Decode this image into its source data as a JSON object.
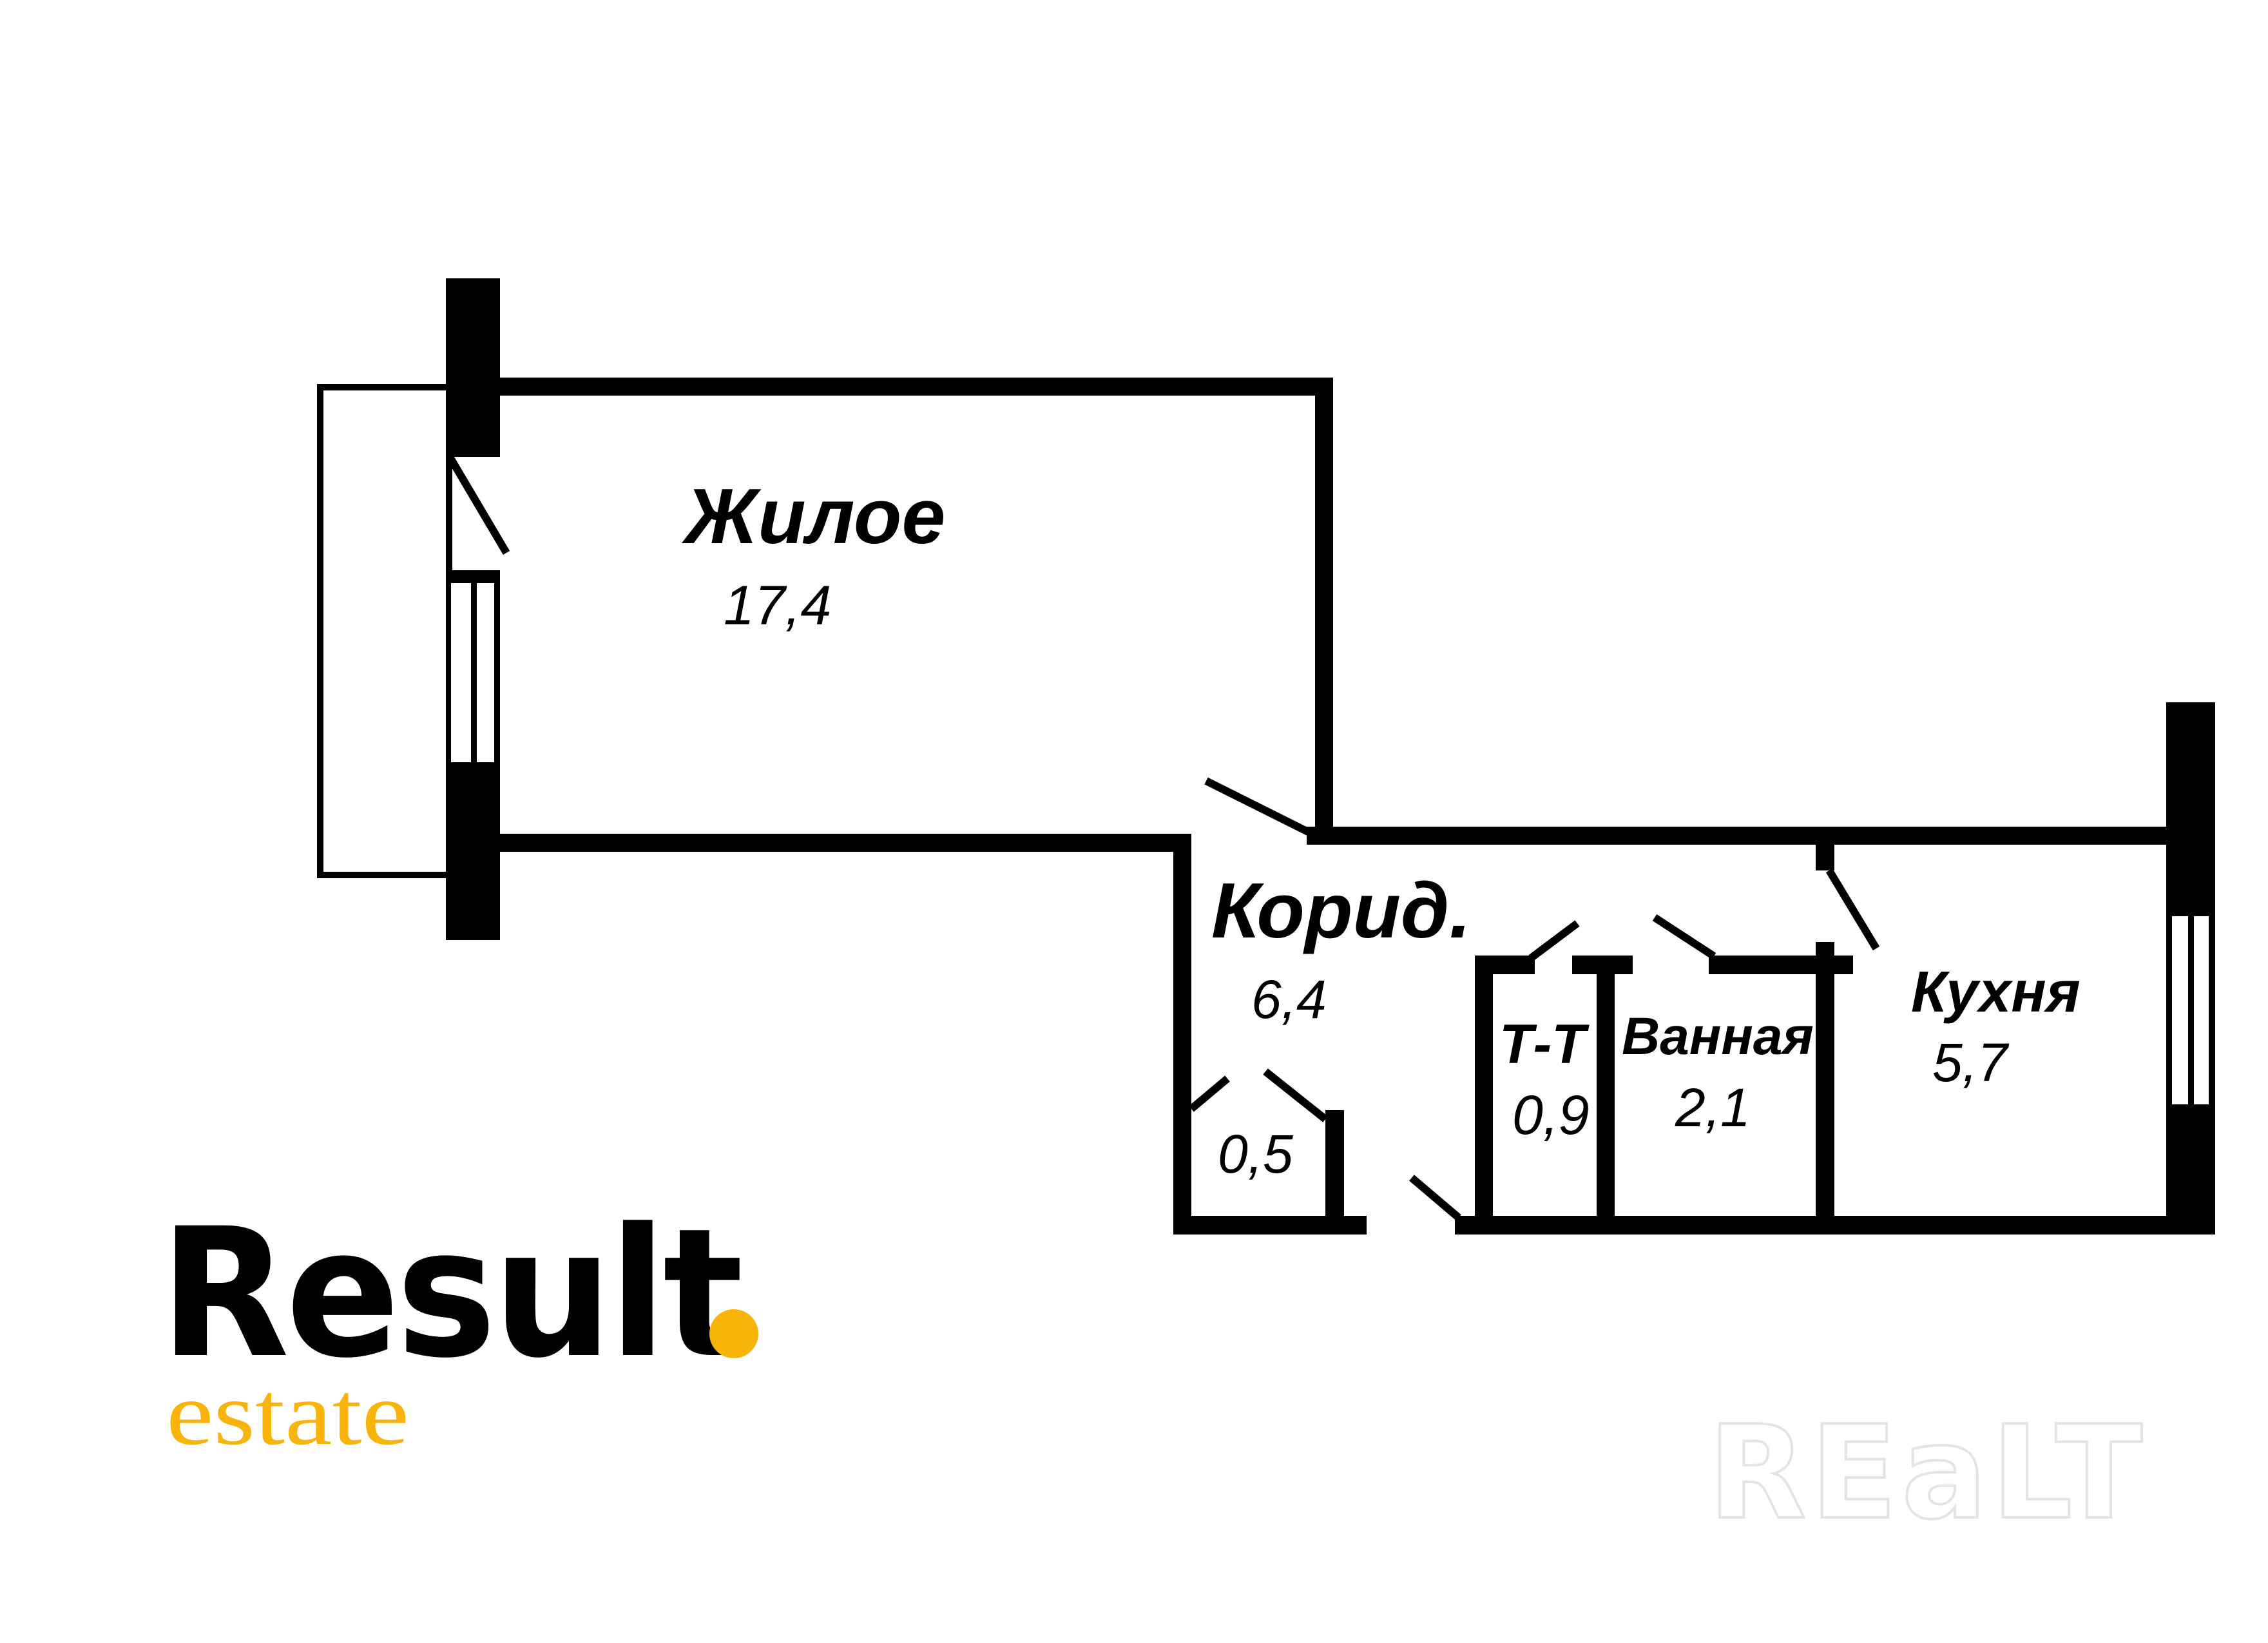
{
  "plan": {
    "rooms": [
      {
        "id": "living",
        "name": "Жилое",
        "area": "17,4"
      },
      {
        "id": "corridor",
        "name": "Корид.",
        "area": "6,4"
      },
      {
        "id": "closet",
        "name": "",
        "area": "0,5"
      },
      {
        "id": "toilet",
        "name": "Т-Т",
        "area": "0,9"
      },
      {
        "id": "bathroom",
        "name": "Ванная",
        "area": "2,1"
      },
      {
        "id": "kitchen",
        "name": "Кухня",
        "area": "5,7"
      }
    ]
  },
  "brand": {
    "logo_main": "Result",
    "logo_sub": "estate",
    "accent_color": "#F9B40A"
  },
  "watermark": {
    "text": "REaLT"
  }
}
